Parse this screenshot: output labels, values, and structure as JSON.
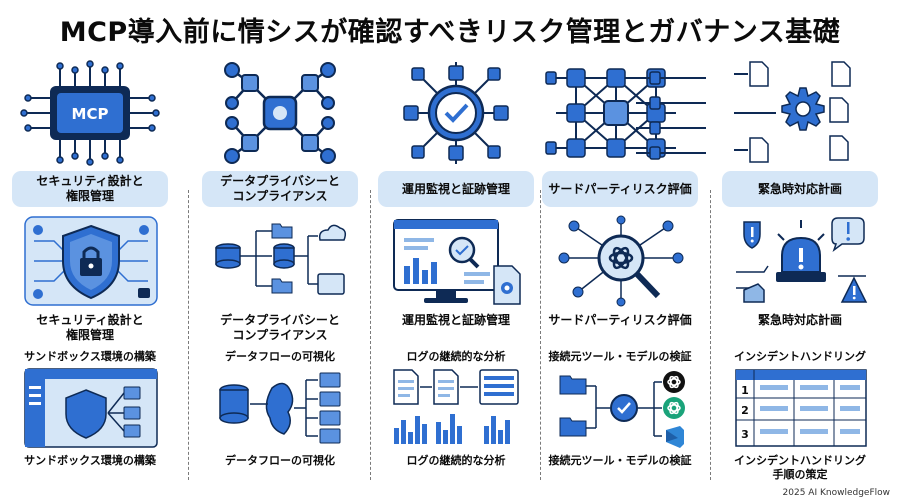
{
  "title": "MCP導入前に情シスが確認すべきリスク管理とガバナンス基礎",
  "chip_label": "MCP",
  "columns": [
    {
      "heading": "セキュリティ設計と\n権限管理",
      "caption1": "セキュリティ設計と\n権限管理",
      "caption2": "サンドボックス環境の構築",
      "caption3": "サンドボックス環境の構築"
    },
    {
      "heading": "データプライバシーと\nコンプライアンス",
      "caption1": "データプライバシーと\nコンプライアンス",
      "caption2": "データフローの可視化",
      "caption3": "データフローの可視化"
    },
    {
      "heading": "運用監視と証跡管理",
      "caption1": "運用監視と証跡管理",
      "caption2": "ログの継続的な分析",
      "caption3": "ログの継続的な分析"
    },
    {
      "heading": "サードパーティリスク評価",
      "caption1": "サードパーティリスク評価",
      "caption2": "接続元ツール・モデルの検証",
      "caption3": "接続元ツール・モデルの検証"
    },
    {
      "heading": "緊急時対応計画",
      "caption1": "緊急時対応計画",
      "caption2": "インシデントハンドリング",
      "caption3": "インシデントハンドリング\n手順の策定"
    }
  ],
  "table_row_numbers": [
    "1",
    "2",
    "3"
  ],
  "footer": "2025 AI KnowledgeFlow",
  "colors": {
    "primary": "#2f6fd1",
    "dark": "#0e2a55",
    "light": "#d5e6f7",
    "mid": "#8fb7e6"
  }
}
